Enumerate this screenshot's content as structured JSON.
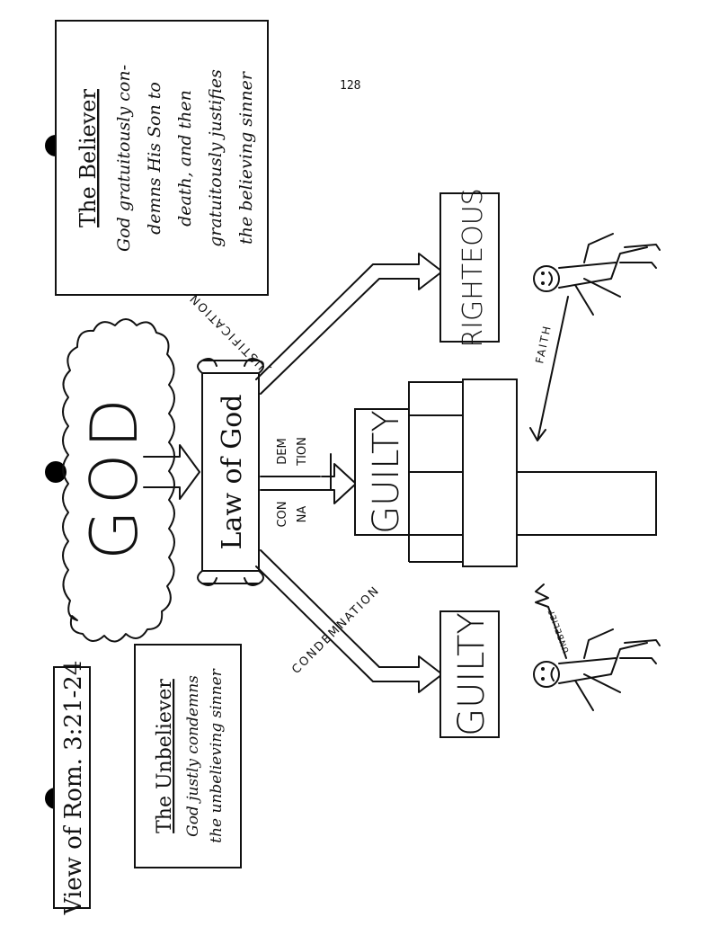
{
  "page_number": "128",
  "title": "View of Rom. 3:21-24",
  "unbeliever_box": {
    "heading": "The Unbeliever",
    "lines": [
      "God justly condemns",
      "the unbelieving sinner"
    ]
  },
  "believer_box": {
    "heading": "The Believer",
    "lines": [
      "God gratuitously con-",
      "demns His Son to",
      "death, and then",
      "gratuitously justifies",
      "the believing sinner"
    ]
  },
  "cloud_label": "GOD",
  "scroll_label": "Law of God",
  "branches": {
    "justification": "JUSTIFICATION",
    "condemnation": "CONDEMNATION",
    "center_words": [
      "CON",
      "DEM",
      "NA",
      "TION"
    ]
  },
  "verdicts": {
    "left": "GUILTY",
    "middle": "GUILTY",
    "right": "RIGHTEOUS"
  },
  "figure_labels": {
    "unbelief": "UNBELIEF",
    "faith": "FAITH"
  }
}
